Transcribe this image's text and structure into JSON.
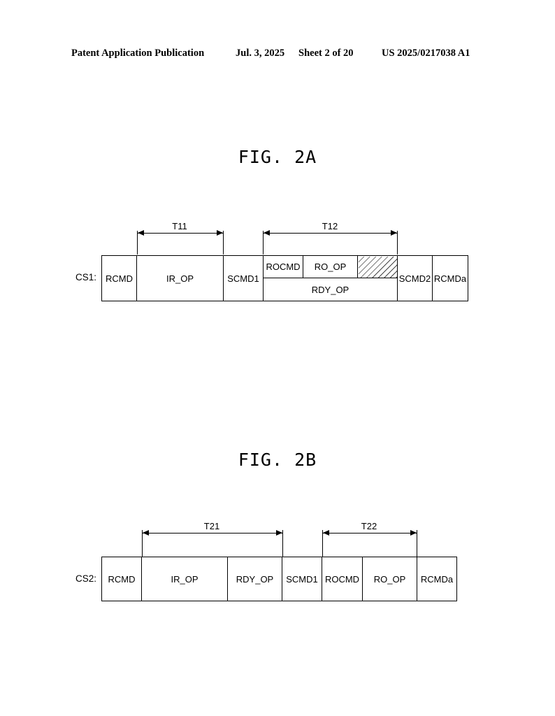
{
  "header": {
    "publication": "Patent Application Publication",
    "date": "Jul. 3, 2025",
    "sheet": "Sheet 2 of 20",
    "number": "US 2025/0217038 A1"
  },
  "fig2a": {
    "title": "FIG. 2A",
    "row_label": "CS1:",
    "t11": "T11",
    "t12": "T12",
    "cells": {
      "rcmd": "RCMD",
      "ir_op": "IR_OP",
      "scmd1": "SCMD1",
      "rocmd": "ROCMD",
      "ro_op": "RO_OP",
      "rdy_op": "RDY_OP",
      "scmd2": "SCMD2",
      "rcmda": "RCMDa"
    }
  },
  "fig2b": {
    "title": "FIG. 2B",
    "row_label": "CS2:",
    "t21": "T21",
    "t22": "T22",
    "cells": {
      "rcmd": "RCMD",
      "ir_op": "IR_OP",
      "rdy_op": "RDY_OP",
      "scmd1": "SCMD1",
      "rocmd": "ROCMD",
      "ro_op": "RO_OP",
      "rcmda": "RCMDa"
    }
  }
}
